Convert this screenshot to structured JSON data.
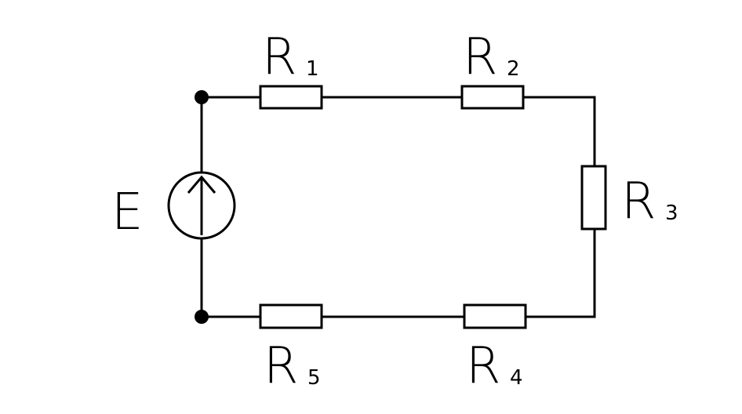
{
  "source": {
    "label": "E"
  },
  "resistors": [
    {
      "name": "R",
      "index": "1"
    },
    {
      "name": "R",
      "index": "2"
    },
    {
      "name": "R",
      "index": "3"
    },
    {
      "name": "R",
      "index": "4"
    },
    {
      "name": "R",
      "index": "5"
    }
  ]
}
